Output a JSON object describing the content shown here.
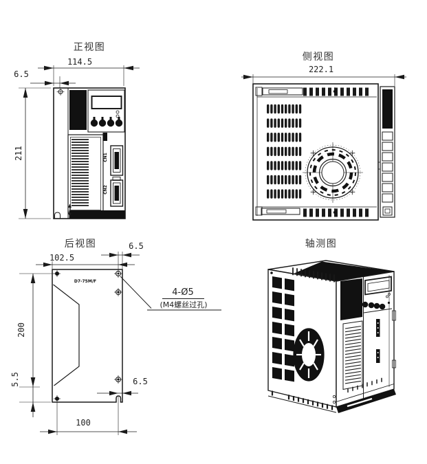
{
  "sheet": {
    "background": "#ffffff",
    "line_color": "#1a1a1a",
    "dim_text_color": "#222222"
  },
  "views": {
    "front": {
      "title": "正视图",
      "dim_width": "114.5",
      "dim_edge": "6.5",
      "dim_height": "211",
      "connector1_label": "CN1",
      "connector2_label": "CN2"
    },
    "side": {
      "title": "侧视图",
      "dim_depth": "222.1"
    },
    "rear": {
      "title": "后视图",
      "dim_width": "102.5",
      "dim_edge_top": "6.5",
      "dim_height": "200",
      "dim_bottom_offset": "5.5",
      "dim_edge_bottom": "6.5",
      "dim_hole_span": "100",
      "model_label": "D7-75M/F",
      "hole_note_line1": "4-Ø5",
      "hole_note_line2": "(M4螺丝过孔)"
    },
    "iso": {
      "title": "轴测图"
    }
  }
}
